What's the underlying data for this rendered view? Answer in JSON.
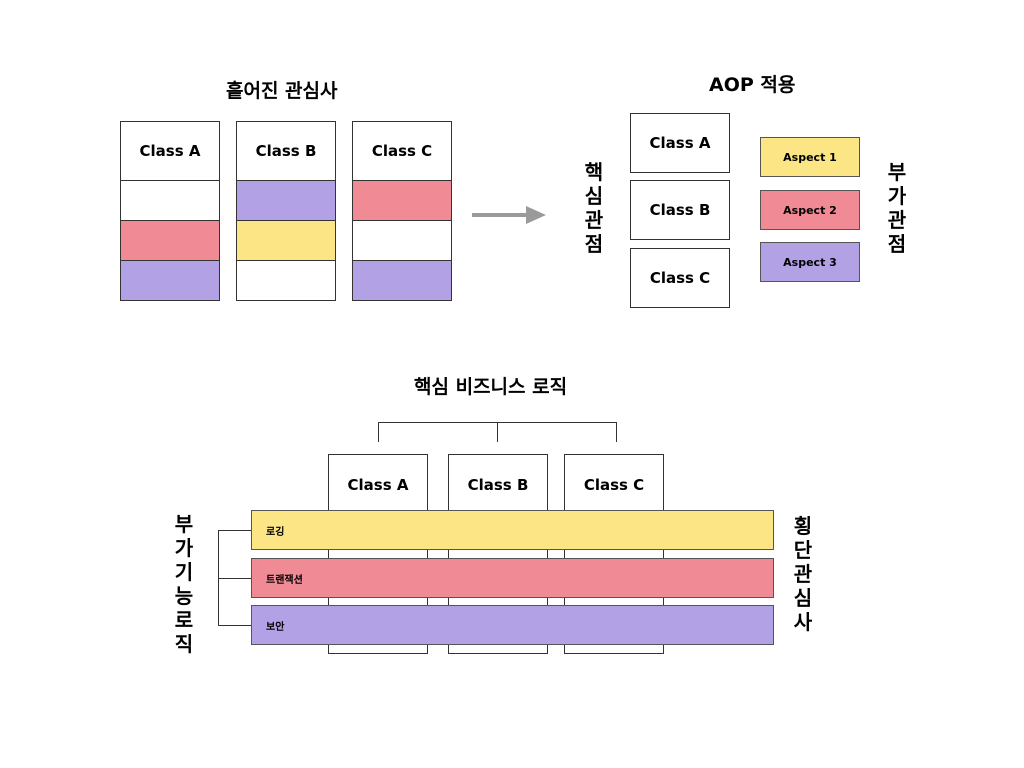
{
  "colors": {
    "yellow": "#fbe584",
    "pink": "#f08a94",
    "purple": "#b3a1e6",
    "arrow": "#9a9a9a"
  },
  "scattered": {
    "title": "흩어진 관심사",
    "classes": [
      "Class A",
      "Class B",
      "Class C"
    ]
  },
  "aop": {
    "title": "AOP 적용",
    "core_label": "핵심관점",
    "additional_label": "부가관점",
    "classes": [
      "Class A",
      "Class B",
      "Class C"
    ],
    "aspects": [
      "Aspect 1",
      "Aspect 2",
      "Aspect 3"
    ]
  },
  "bottom": {
    "title": "핵심 비즈니스 로직",
    "classes": [
      "Class A",
      "Class B",
      "Class C"
    ],
    "left_label": "부가기능로직",
    "right_label": "횡단관심사",
    "bands": [
      "로깅",
      "트랜잭션",
      "보안"
    ]
  }
}
